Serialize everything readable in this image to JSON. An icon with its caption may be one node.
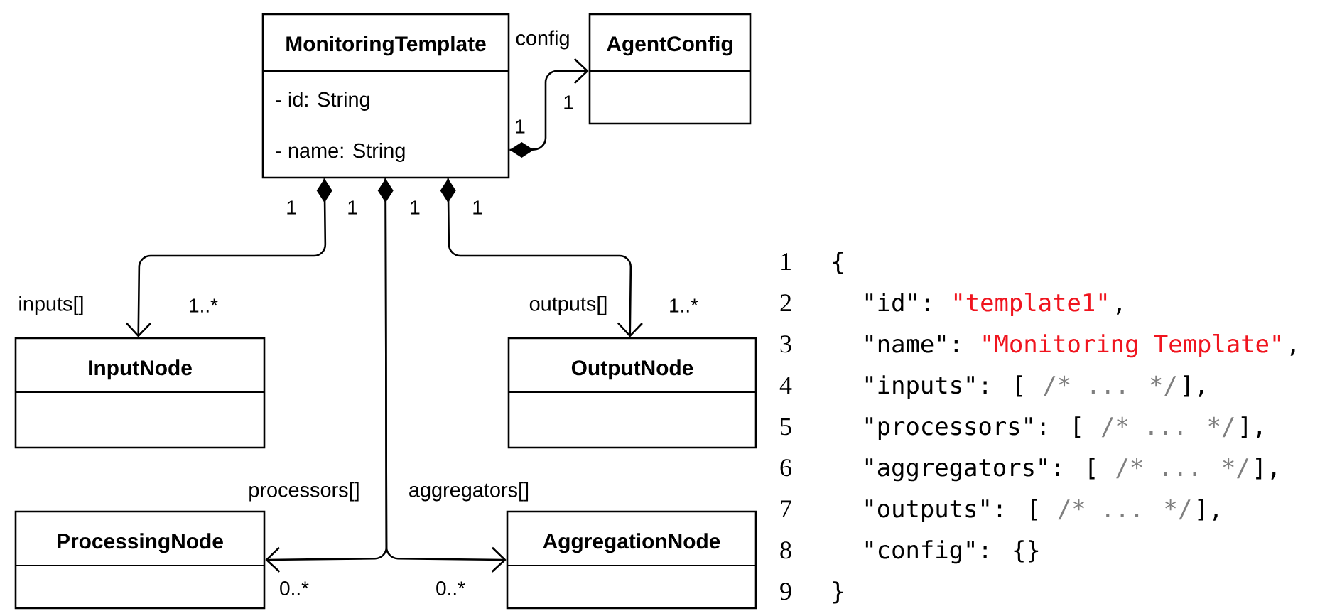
{
  "diagram": {
    "nodes": [
      {
        "text": [
          "MonitoringTemplate",
          "- id: String",
          "- name: String"
        ]
      },
      {
        "text": [
          "AgentConfig"
        ]
      },
      {
        "text": [
          "InputNode"
        ]
      },
      {
        "text": [
          "OutputNode"
        ]
      },
      {
        "text": [
          "ProcessingNode"
        ]
      },
      {
        "text": [
          "AggregationNode"
        ]
      }
    ],
    "edges": [
      {
        "from": 0,
        "to": 1,
        "arrow": "to",
        "label": "config"
      },
      {
        "from": 0,
        "to": 2,
        "arrow": "to",
        "label": "inputs[]"
      },
      {
        "from": 0,
        "to": 4,
        "arrow": "to",
        "label": "processors[]"
      },
      {
        "from": 0,
        "to": 5,
        "arrow": "to",
        "label": "aggregators[]"
      },
      {
        "from": 0,
        "to": 3,
        "arrow": "to",
        "label": "outputs[]"
      }
    ],
    "labels": [
      "1",
      "1",
      "1",
      "1",
      "1",
      "1",
      "1..*",
      "1..*",
      "0..*",
      "0..*",
      "1",
      "{",
      "2",
      "\"id\":",
      "\"template1\"",
      ",",
      "3",
      "\"name\":",
      "\"Monitoring Template\"",
      ",",
      "4",
      "\"inputs\": [",
      "/* ... */",
      "],",
      "5",
      "\"processors\": [",
      "/* ... */",
      "],",
      "6",
      "\"aggregators\": [",
      "/* ... */",
      "],",
      "7",
      "\"outputs\": [",
      "/* ... */",
      "],",
      "8",
      "\"config\": {}",
      "9",
      "}"
    ]
  }
}
